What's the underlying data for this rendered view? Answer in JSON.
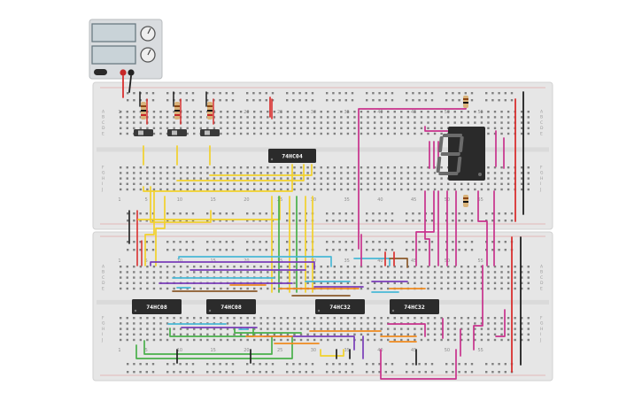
{
  "circuit": {
    "power_supply": {
      "name": "power-supply",
      "output_button_label": "",
      "colors": {
        "body": "#d9dcdf",
        "display": "#c9d3d8",
        "knob": "#eeeeee"
      }
    },
    "breadboards": [
      {
        "name": "upper-breadboard",
        "column_labels": [
          "1",
          "5",
          "10",
          "15",
          "20",
          "25",
          "30",
          "35",
          "40",
          "45",
          "50",
          "55"
        ]
      },
      {
        "name": "lower-breadboard",
        "column_labels": [
          "1",
          "5",
          "10",
          "15",
          "20",
          "25",
          "30",
          "35",
          "40",
          "45",
          "50",
          "55"
        ]
      }
    ],
    "row_letters_top": [
      "A",
      "B",
      "C",
      "D",
      "E"
    ],
    "row_letters_bottom": [
      "F",
      "G",
      "H",
      "I",
      "J"
    ],
    "chips": [
      {
        "name": "chip-74hc04",
        "label": "74HC04"
      },
      {
        "name": "chip-74hc08-left",
        "label": "74HC08"
      },
      {
        "name": "chip-74hc08-right",
        "label": "74HC08"
      },
      {
        "name": "chip-74hc32-left",
        "label": "74HC32"
      },
      {
        "name": "chip-74hc32-right",
        "label": "74HC32"
      }
    ],
    "display": {
      "name": "seven-segment-display",
      "shown_character": "8"
    },
    "switches": [
      "switch-1",
      "switch-2",
      "switch-3"
    ],
    "colors": {
      "board": "#e6e6e6",
      "hole": "#7f7f7f",
      "rail_red": "#d9302f",
      "rail_black": "#222222",
      "chip": "#2b2b2b",
      "wire_yellow": "#f2d12b",
      "wire_blue": "#49b8d6",
      "wire_purple": "#7a3db8",
      "wire_orange": "#ef8a1f",
      "wire_green": "#49b04a",
      "wire_pink": "#c8328c",
      "wire_brown": "#8b5a2b",
      "wire_red": "#d9302f",
      "wire_black": "#1f1f1f",
      "display_body": "#2a2a2a",
      "segment_dim": "#6b6b6b"
    }
  }
}
